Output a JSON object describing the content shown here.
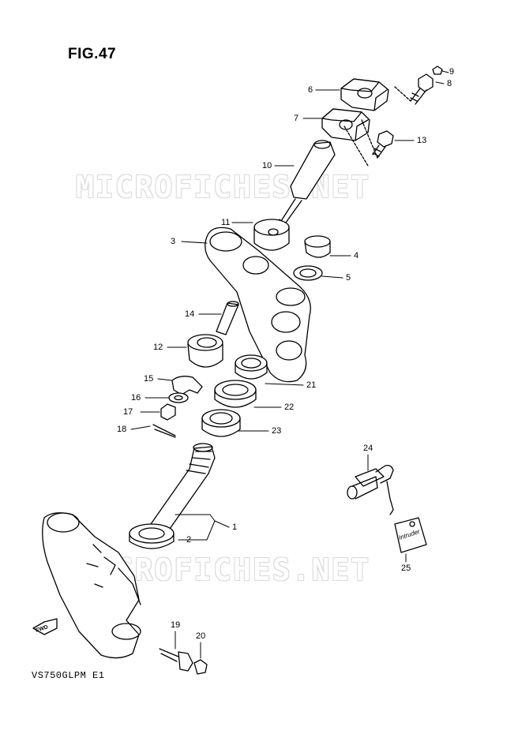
{
  "figure": {
    "title": "FIG.47",
    "model_code": "VS750GLPM  E1"
  },
  "watermark": {
    "text": "MICROFICHES.NET"
  },
  "fwd_label": "FWD",
  "key_tag_text": "Intruder",
  "callouts": [
    {
      "id": "c1",
      "label": "1"
    },
    {
      "id": "c2",
      "label": "2"
    },
    {
      "id": "c3",
      "label": "3"
    },
    {
      "id": "c4",
      "label": "4"
    },
    {
      "id": "c5",
      "label": "5"
    },
    {
      "id": "c6",
      "label": "6"
    },
    {
      "id": "c7",
      "label": "7"
    },
    {
      "id": "c8",
      "label": "8"
    },
    {
      "id": "c9",
      "label": "9"
    },
    {
      "id": "c10",
      "label": "10"
    },
    {
      "id": "c11",
      "label": "11"
    },
    {
      "id": "c12",
      "label": "12"
    },
    {
      "id": "c13",
      "label": "13"
    },
    {
      "id": "c14",
      "label": "14"
    },
    {
      "id": "c15",
      "label": "15"
    },
    {
      "id": "c16",
      "label": "16"
    },
    {
      "id": "c17",
      "label": "17"
    },
    {
      "id": "c18",
      "label": "18"
    },
    {
      "id": "c19",
      "label": "19"
    },
    {
      "id": "c20",
      "label": "20"
    },
    {
      "id": "c21",
      "label": "21"
    },
    {
      "id": "c22",
      "label": "22"
    },
    {
      "id": "c23",
      "label": "23"
    },
    {
      "id": "c24",
      "label": "24"
    },
    {
      "id": "c25",
      "label": "25"
    }
  ]
}
